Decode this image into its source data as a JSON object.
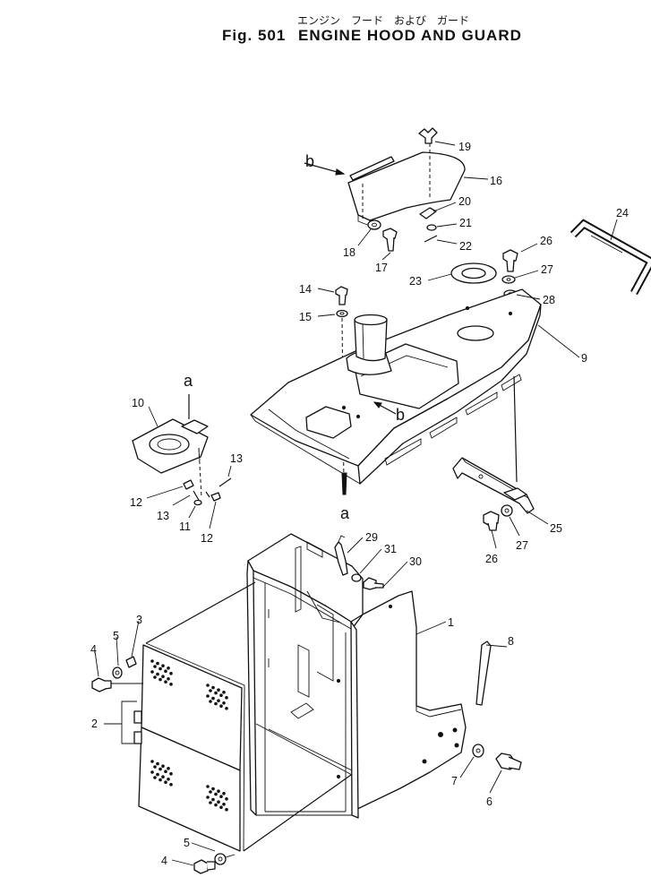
{
  "figure": {
    "title_jp": "エンジン　フード　および　ガード",
    "fig_label": "Fig. 501",
    "title": "ENGINE HOOD AND GUARD"
  },
  "callouts": [
    {
      "id": "c19",
      "label": "19"
    },
    {
      "id": "c16",
      "label": "16"
    },
    {
      "id": "c20",
      "label": "20"
    },
    {
      "id": "c21",
      "label": "21"
    },
    {
      "id": "c22",
      "label": "22"
    },
    {
      "id": "c18",
      "label": "18"
    },
    {
      "id": "c17",
      "label": "17"
    },
    {
      "id": "c24",
      "label": "24"
    },
    {
      "id": "c26a",
      "label": "26"
    },
    {
      "id": "c27a",
      "label": "27"
    },
    {
      "id": "c28",
      "label": "28"
    },
    {
      "id": "c23",
      "label": "23"
    },
    {
      "id": "c14",
      "label": "14"
    },
    {
      "id": "c15",
      "label": "15"
    },
    {
      "id": "c9",
      "label": "9"
    },
    {
      "id": "c10",
      "label": "10"
    },
    {
      "id": "c13a",
      "label": "13"
    },
    {
      "id": "c12a",
      "label": "12"
    },
    {
      "id": "c13b",
      "label": "13"
    },
    {
      "id": "c11",
      "label": "11"
    },
    {
      "id": "c12b",
      "label": "12"
    },
    {
      "id": "c25",
      "label": "25"
    },
    {
      "id": "c27b",
      "label": "27"
    },
    {
      "id": "c26b",
      "label": "26"
    },
    {
      "id": "c29",
      "label": "29"
    },
    {
      "id": "c31",
      "label": "31"
    },
    {
      "id": "c30",
      "label": "30"
    },
    {
      "id": "c1",
      "label": "1"
    },
    {
      "id": "c3",
      "label": "3"
    },
    {
      "id": "c4a",
      "label": "4"
    },
    {
      "id": "c5a",
      "label": "5"
    },
    {
      "id": "c8",
      "label": "8"
    },
    {
      "id": "c2",
      "label": "2"
    },
    {
      "id": "c7",
      "label": "7"
    },
    {
      "id": "c6",
      "label": "6"
    },
    {
      "id": "c5b",
      "label": "5"
    },
    {
      "id": "c4b",
      "label": "4"
    }
  ],
  "references": [
    {
      "id": "ref-b-top",
      "label": "b"
    },
    {
      "id": "ref-b-hood",
      "label": "b"
    },
    {
      "id": "ref-a-top",
      "label": "a"
    },
    {
      "id": "ref-a-bottom",
      "label": "a"
    }
  ]
}
